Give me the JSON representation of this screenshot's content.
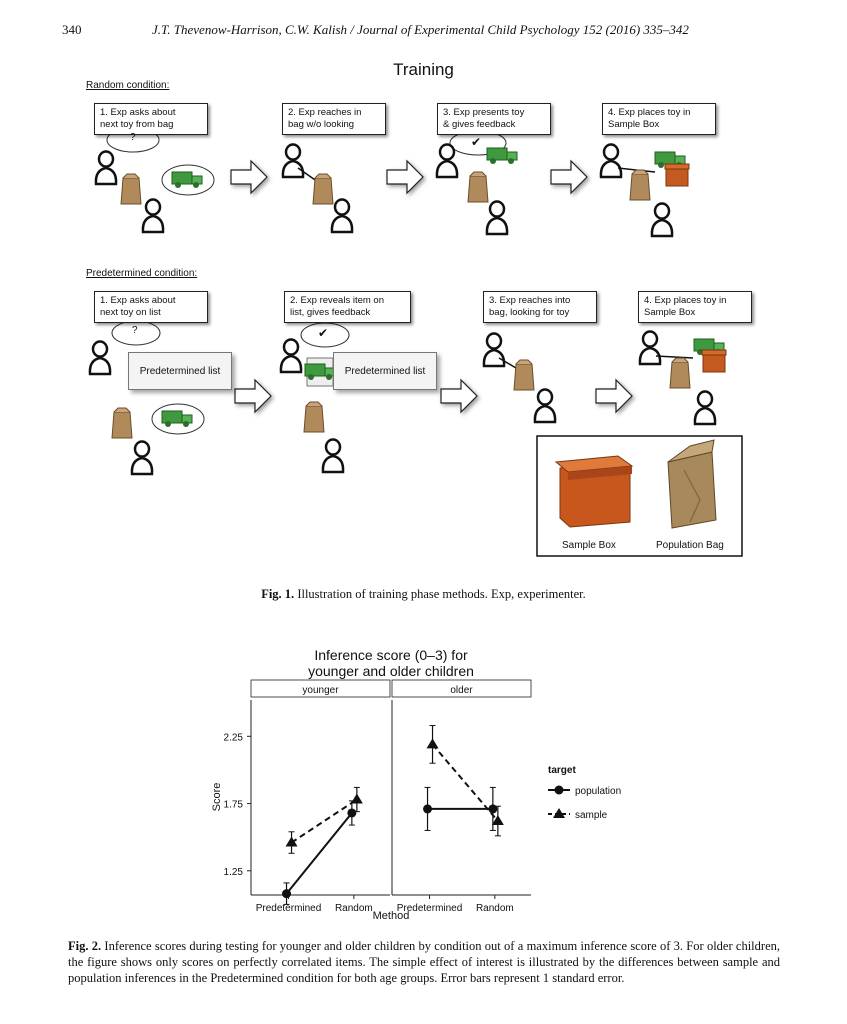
{
  "header": {
    "page_number": "340",
    "journal": "J.T. Thevenow-Harrison, C.W. Kalish / Journal of Experimental Child Psychology 152 (2016) 335–342"
  },
  "figure1": {
    "title": "Training",
    "random": {
      "label": "Random condition:",
      "steps": [
        "1. Exp asks about\nnext toy from bag",
        "2. Exp reaches in\nbag w/o looking",
        "3. Exp presents toy\n& gives feedback",
        "4. Exp places toy in\nSample Box"
      ],
      "question": "?",
      "check": "✔"
    },
    "predetermined": {
      "label": "Predetermined condition:",
      "steps": [
        "1. Exp asks about\nnext toy on list",
        "2. Exp reveals item on\nlist, gives feedback",
        "3. Exp reaches into\nbag, looking for toy",
        "4. Exp places toy in\nSample Box"
      ],
      "list_label": "Predetermined list",
      "question": "?",
      "check": "✔"
    },
    "inset": {
      "box_label": "Sample Box",
      "bag_label": "Population Bag"
    },
    "caption_label": "Fig. 1.",
    "caption_text": " Illustration of training phase methods. Exp, experimenter."
  },
  "figure2": {
    "caption_label": "Fig. 2.",
    "caption_text": " Inference scores during testing for younger and older children by condition out of a maximum inference score of 3. For older children, the figure shows only scores on perfectly correlated items. The simple effect of interest is illustrated by the differences between sample and population inferences in the Predetermined condition for both age groups. Error bars represent 1 standard error."
  },
  "chart_data": {
    "type": "line",
    "title": "Inference score (0–3) for\nyounger and older children",
    "xlabel": "Method",
    "ylabel": "Score",
    "ylim": [
      1.07,
      2.52
    ],
    "yticks": [
      "1.25",
      "1.75",
      "2.25"
    ],
    "categories": [
      "Predetermined",
      "Random"
    ],
    "panels": [
      "younger",
      "older"
    ],
    "legend": {
      "title": "target",
      "position": "right",
      "entries": [
        "population",
        "sample"
      ]
    },
    "series": [
      {
        "name": "population",
        "panel": "younger",
        "values": [
          1.08,
          1.68
        ],
        "se": [
          0.08,
          0.09
        ]
      },
      {
        "name": "sample",
        "panel": "younger",
        "values": [
          1.46,
          1.78
        ],
        "se": [
          0.08,
          0.09
        ]
      },
      {
        "name": "population",
        "panel": "older",
        "values": [
          1.71,
          1.71
        ],
        "se": [
          0.16,
          0.16
        ]
      },
      {
        "name": "sample",
        "panel": "older",
        "values": [
          2.19,
          1.62
        ],
        "se": [
          0.14,
          0.11
        ]
      }
    ],
    "grid": false
  }
}
